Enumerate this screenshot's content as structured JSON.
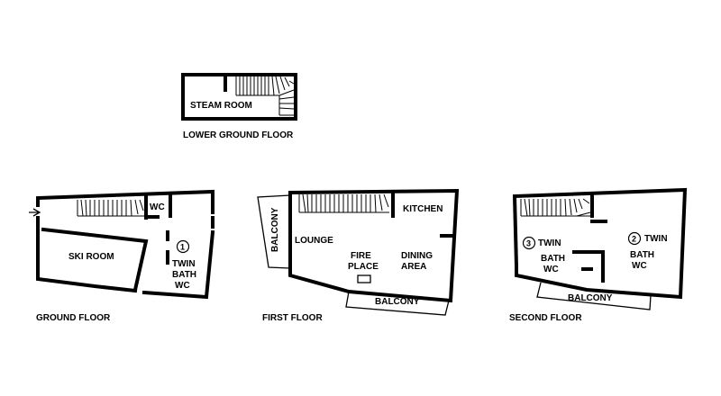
{
  "lower_ground": {
    "floor_label": "LOWER GROUND FLOOR",
    "rooms": {
      "steam_room": "STEAM ROOM"
    }
  },
  "ground": {
    "floor_label": "GROUND FLOOR",
    "rooms": {
      "ski_room": "SKI ROOM",
      "wc": "WC",
      "bedroom_number": "1",
      "bedroom_line1": "TWIN",
      "bedroom_line2": "BATH",
      "bedroom_line3": "WC"
    }
  },
  "first": {
    "floor_label": "FIRST FLOOR",
    "rooms": {
      "balcony_left": "BALCONY",
      "kitchen": "KITCHEN",
      "lounge": "LOUNGE",
      "fireplace_line1": "FIRE",
      "fireplace_line2": "PLACE",
      "dining_line1": "DINING",
      "dining_line2": "AREA",
      "balcony_bottom": "BALCONY"
    }
  },
  "second": {
    "floor_label": "SECOND FLOOR",
    "rooms": {
      "bedroom3_number": "3",
      "bedroom3_type": "TWIN",
      "bedroom3_line2": "BATH",
      "bedroom3_line3": "WC",
      "bedroom2_number": "2",
      "bedroom2_type": "TWIN",
      "bedroom2_line2": "BATH",
      "bedroom2_line3": "WC",
      "balcony": "BALCONY"
    }
  }
}
